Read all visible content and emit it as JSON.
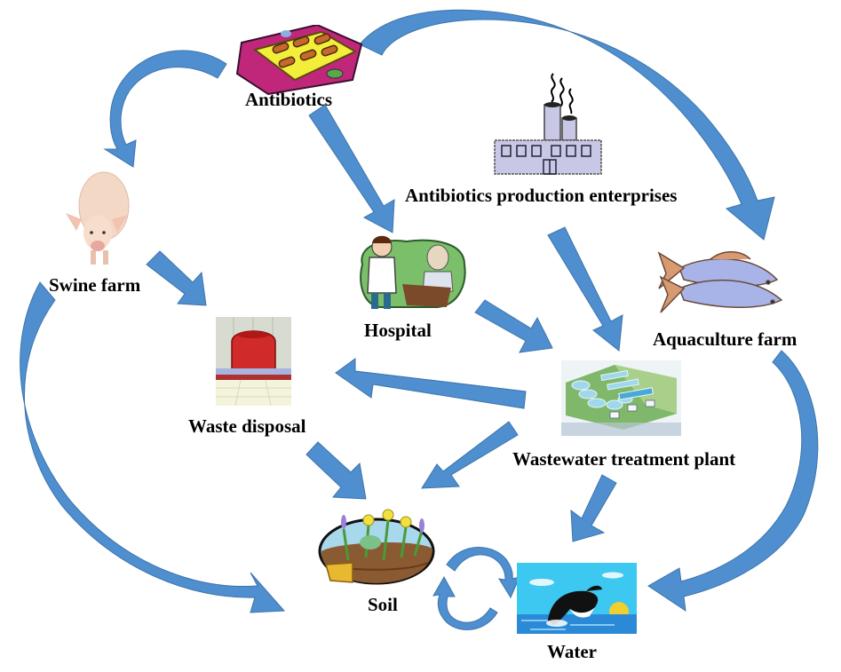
{
  "diagram": {
    "title": "Antibiotic flow pathways in the environment",
    "colors": {
      "arrow": "#4f8fcf",
      "arrow_edge": "#3d74ab",
      "text": "#000000",
      "background": "#ffffff"
    },
    "nodes": [
      {
        "id": "antibiotics",
        "label": "Antibiotics",
        "icon": "pill-pack-icon"
      },
      {
        "id": "production",
        "label": "Antibiotics production enterprises",
        "icon": "factory-icon"
      },
      {
        "id": "swine",
        "label": "Swine farm",
        "icon": "pig-icon"
      },
      {
        "id": "hospital",
        "label": "Hospital",
        "icon": "doctor-patient-icon"
      },
      {
        "id": "aquaculture",
        "label": "Aquaculture farm",
        "icon": "fish-icon"
      },
      {
        "id": "waste",
        "label": "Waste disposal",
        "icon": "incinerator-icon"
      },
      {
        "id": "wwtp",
        "label": "Wastewater treatment plant",
        "icon": "treatment-plant-icon"
      },
      {
        "id": "soil",
        "label": "Soil",
        "icon": "soil-plants-icon"
      },
      {
        "id": "water",
        "label": "Water",
        "icon": "orca-sea-icon"
      }
    ],
    "edges": [
      {
        "from": "antibiotics",
        "to": "swine"
      },
      {
        "from": "antibiotics",
        "to": "hospital"
      },
      {
        "from": "antibiotics",
        "to": "aquaculture"
      },
      {
        "from": "production",
        "to": "wwtp"
      },
      {
        "from": "swine",
        "to": "waste"
      },
      {
        "from": "swine",
        "to": "soil"
      },
      {
        "from": "hospital",
        "to": "wwtp"
      },
      {
        "from": "wwtp",
        "to": "waste"
      },
      {
        "from": "wwtp",
        "to": "soil"
      },
      {
        "from": "wwtp",
        "to": "water"
      },
      {
        "from": "waste",
        "to": "soil"
      },
      {
        "from": "aquaculture",
        "to": "water"
      },
      {
        "from": "soil",
        "to": "water"
      },
      {
        "from": "water",
        "to": "soil"
      }
    ]
  }
}
